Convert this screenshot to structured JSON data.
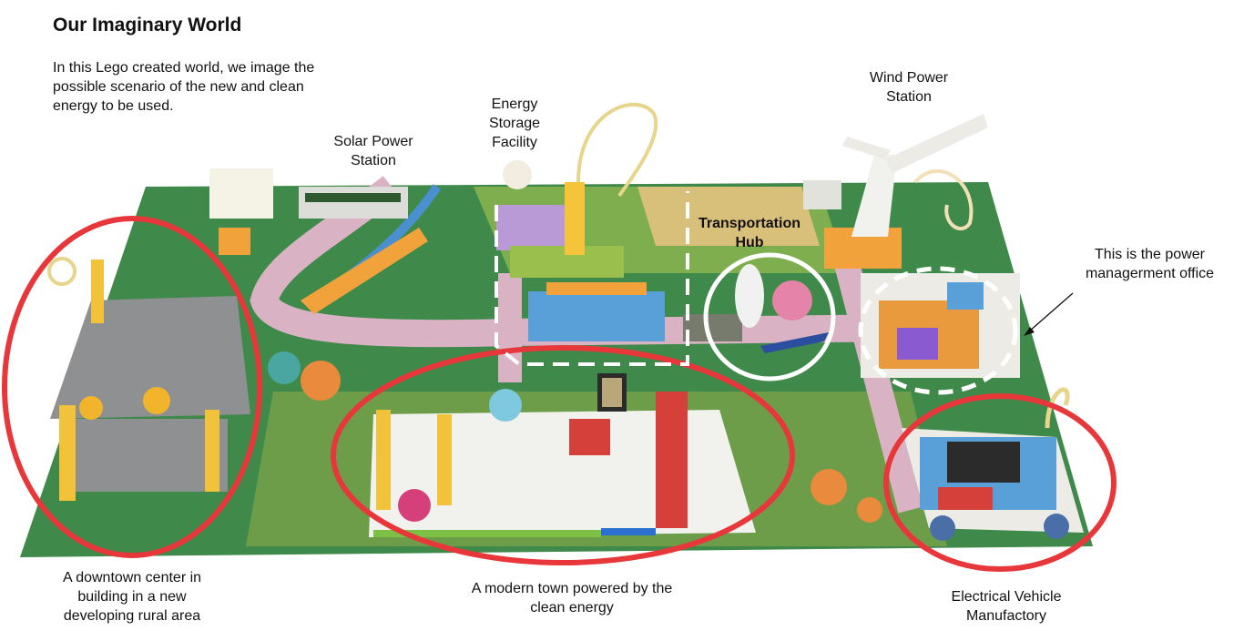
{
  "title": "Our Imaginary World",
  "intro": "In this Lego created world, we image the possible scenario of the new and clean energy to be used.",
  "labels": {
    "solar": [
      "Solar Power",
      "Station"
    ],
    "storage": [
      "Energy",
      "Storage",
      "Facility"
    ],
    "wind": [
      "Wind Power",
      "Station"
    ],
    "transport": [
      "Transportation",
      "Hub"
    ],
    "power_office": [
      "This is the power",
      "managerment office"
    ],
    "downtown": [
      "A downtown center in",
      "building in a new",
      "developing rural area"
    ],
    "town": [
      "A modern town powered by the",
      "clean energy"
    ],
    "ev": [
      "Electrical Vehicle",
      "Manufactory"
    ]
  },
  "colors": {
    "highlight_red": "#e8373a",
    "highlight_white": "#ffffff",
    "mat_green": "#3f8a4a",
    "road_pink": "#d9b3c4",
    "plate_white": "#f1f1ee",
    "plate_grey": "#8e9092"
  }
}
